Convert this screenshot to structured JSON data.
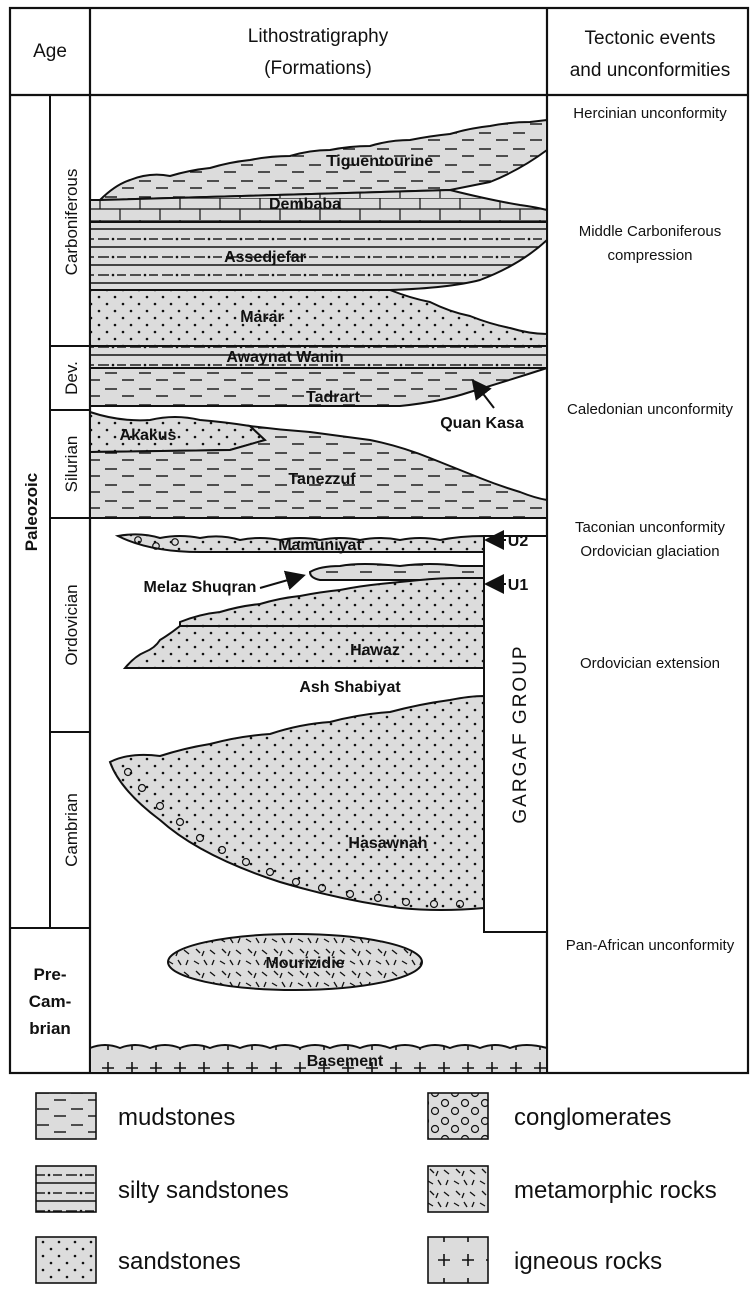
{
  "header": {
    "age": "Age",
    "litho_line1": "Lithostratigraphy",
    "litho_line2": "(Formations)",
    "tect_line1": "Tectonic  events",
    "tect_line2": "and  unconformities"
  },
  "era": {
    "paleozoic": "Paleozoic"
  },
  "periods": {
    "carboniferous": "Carboniferous",
    "devonian": "Dev.",
    "silurian": "Silurian",
    "ordovician": "Ordovician",
    "cambrian": "Cambrian",
    "precambrian_1": "Pre-",
    "precambrian_2": "Cam-",
    "precambrian_3": "brian"
  },
  "formations": {
    "tiguentourine": "Tiguentourine",
    "dembaba": "Dembaba",
    "assedjefar": "Assedjefar",
    "marar": "Marar",
    "awaynat_wanin": "Awaynat Wanin",
    "tadrart": "Tadrart",
    "quan_kasa": "Quan Kasa",
    "akakus": "Akakus",
    "tanezzuf": "Tanezzuf",
    "mamuniyat": "Mamuniyat",
    "melaz_shuqran": "Melaz Shuqran",
    "u2": "U2",
    "u1": "U1",
    "hawaz": "Hawaz",
    "ash_shabiyat": "Ash  Shabiyat",
    "hasawnah": "Hasawnah",
    "mourizidie": "Mourizidie",
    "basement": "Basement",
    "gargaf_group": "GARGAF  GROUP"
  },
  "events": {
    "hercinian": "Hercinian unconformity",
    "mid_carb_1": "Middle Carboniferous",
    "mid_carb_2": "compression",
    "caledonian": "Caledonian unconformity",
    "taconian": "Taconian  unconformity",
    "ord_glaciation": "Ordovician glaciation",
    "ord_extension": "Ordovician extension",
    "pan_african": "Pan-African unconformity"
  },
  "legend": {
    "mudstones": "mudstones",
    "silty_sandstones": "silty sandstones",
    "sandstones": "sandstones",
    "conglomerates": "conglomerates",
    "metamorphic": "metamorphic rocks",
    "igneous": "igneous rocks"
  },
  "colors": {
    "fill": "#dcdcdc",
    "line": "#111111"
  }
}
